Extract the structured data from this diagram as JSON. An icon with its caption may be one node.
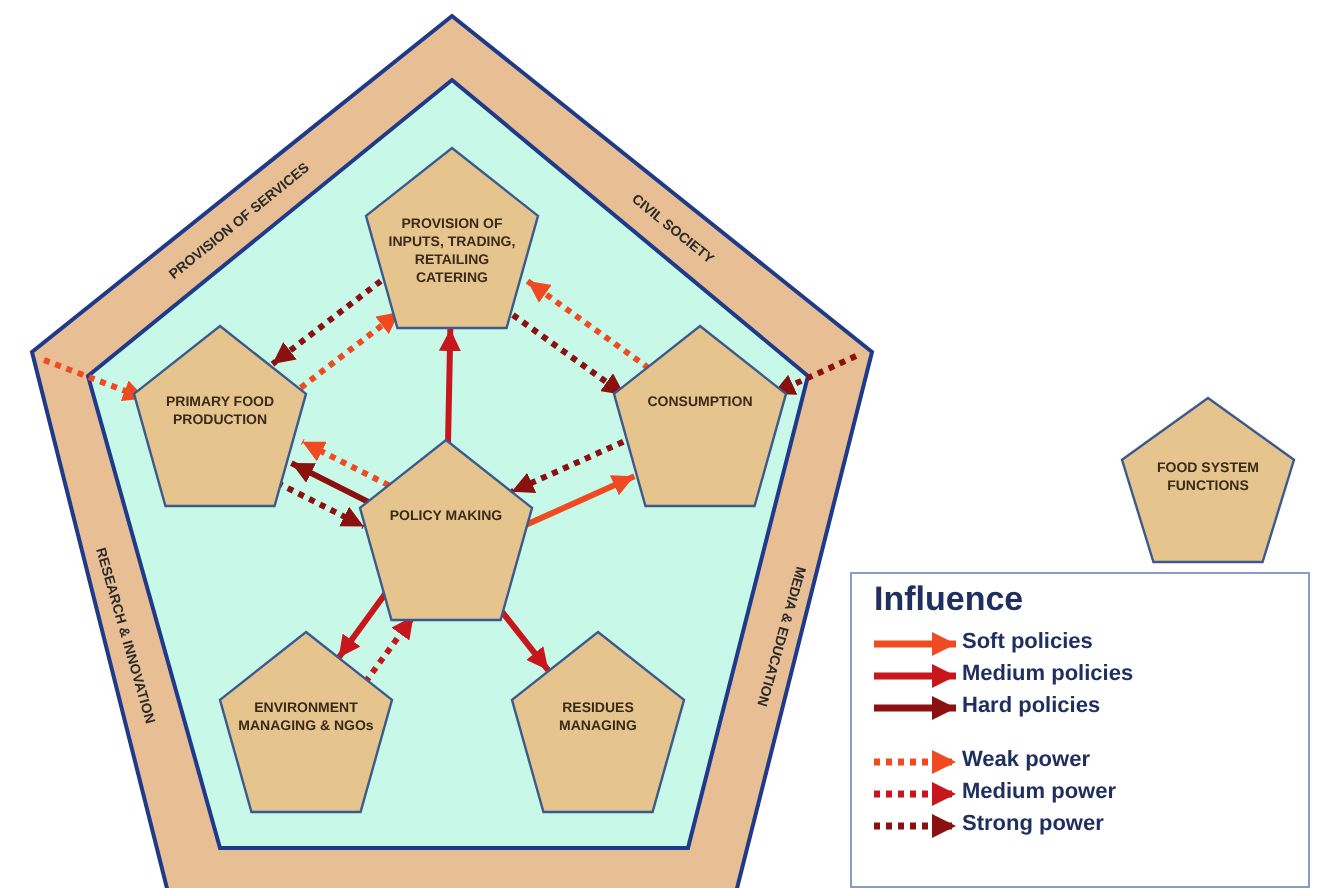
{
  "diagram": {
    "nodes": [
      {
        "text": [
          "PROVISION OF SERVICES",
          "CIVIL SOCIETY",
          "RESEARCH & INNOVATION",
          "MEDIA & EDUCATION"
        ]
      },
      {
        "text": [
          "PROVISION OF INPUTS, TRADING, RETAILING CATERING"
        ],
        "in": 0
      },
      {
        "text": [
          "PRIMARY FOOD PRODUCTION"
        ],
        "in": 0
      },
      {
        "text": [
          "CONSUMPTION"
        ],
        "in": 0
      },
      {
        "text": [
          "POLICY MAKING"
        ],
        "in": 0
      },
      {
        "text": [
          "ENVIRONMENT MANAGING & NGOs"
        ],
        "in": 0
      },
      {
        "text": [
          "RESIDUES MANAGING"
        ],
        "in": 0
      },
      {
        "text": [
          "FOOD SYSTEM FUNCTIONS"
        ]
      }
    ],
    "edges": [
      {
        "from": 0,
        "to": 2,
        "arrow": "to",
        "style": "dashed",
        "color": "#f04a23"
      },
      {
        "from": 0,
        "to": 3,
        "arrow": "to",
        "style": "dashed",
        "color": "#8b1010"
      },
      {
        "from": 2,
        "to": 1,
        "arrow": "to",
        "style": "dashed",
        "color": "#f04a23"
      },
      {
        "from": 1,
        "to": 2,
        "arrow": "to",
        "style": "dashed",
        "color": "#8b1010"
      },
      {
        "from": 3,
        "to": 1,
        "arrow": "to",
        "style": "dashed",
        "color": "#f04a23"
      },
      {
        "from": 1,
        "to": 3,
        "arrow": "to",
        "style": "dashed",
        "color": "#8b1010"
      },
      {
        "from": 4,
        "to": 1,
        "arrow": "to",
        "color": "#c8161d"
      },
      {
        "from": 4,
        "to": 2,
        "arrow": "to",
        "style": "dashed",
        "color": "#f04a23"
      },
      {
        "from": 4,
        "to": 2,
        "arrow": "to",
        "color": "#8b1010"
      },
      {
        "from": 2,
        "to": 4,
        "arrow": "to",
        "style": "dashed",
        "color": "#8b1010"
      },
      {
        "from": 4,
        "to": 3,
        "arrow": "to",
        "color": "#f04a23"
      },
      {
        "from": 3,
        "to": 4,
        "arrow": "to",
        "style": "dashed",
        "color": "#8b1010"
      },
      {
        "from": 4,
        "to": 5,
        "arrow": "to",
        "color": "#c8161d"
      },
      {
        "from": 5,
        "to": 4,
        "arrow": "to",
        "style": "dashed",
        "color": "#c8161d"
      },
      {
        "from": 4,
        "to": 6,
        "arrow": "to",
        "color": "#c8161d"
      }
    ],
    "labels": [
      "Influence"
    ],
    "legend": [
      {
        "text": "Soft policies"
      },
      {
        "text": "Medium policies"
      },
      {
        "text": "Hard policies"
      },
      {
        "text": "Weak power"
      },
      {
        "text": "Medium power"
      },
      {
        "text": "Strong power"
      }
    ]
  }
}
